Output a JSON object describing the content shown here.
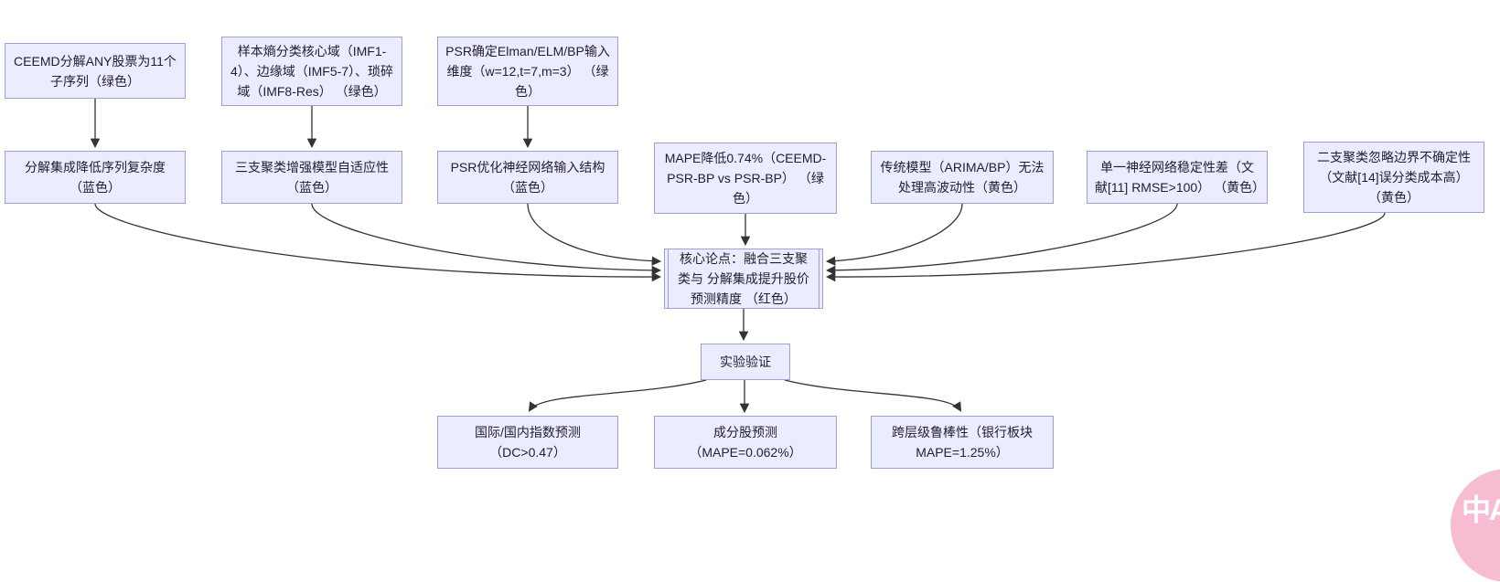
{
  "diagram": {
    "nodes": {
      "a1": {
        "label": "CEEMD分解ANY股票为11个 子序列（绿色）"
      },
      "a2": {
        "label": "样本熵分类核心域（IMF1-4）、边缘域（IMF5-7）、琐碎域（IMF8-Res） （绿色）"
      },
      "a3": {
        "label": "PSR确定Elman/ELM/BP输入 维度（w=12,t=7,m=3） （绿色）"
      },
      "b1": {
        "label": "分解集成降低序列复杂度 （蓝色）"
      },
      "b2": {
        "label": "三支聚类增强模型自适应性 （蓝色）"
      },
      "b3": {
        "label": "PSR优化神经网络输入结构 （蓝色）"
      },
      "b4": {
        "label": "MAPE降低0.74%（CEEMD-PSR-BP vs PSR-BP） （绿色）"
      },
      "b5": {
        "label": "传统模型（ARIMA/BP）无法 处理高波动性（黄色）"
      },
      "b6": {
        "label": "单一神经网络稳定性差（文献[11] RMSE>100） （黄色）"
      },
      "b7": {
        "label": "二支聚类忽略边界不确定性 （文献[14]误分类成本高） （黄色）"
      },
      "core": {
        "label": "核心论点：融合三支聚类与 分解集成提升股价预测精度 （红色）"
      },
      "verify": {
        "label": "实验验证"
      },
      "c1": {
        "label": "国际/国内指数预测 （DC>0.47）"
      },
      "c2": {
        "label": "成分股预测 （MAPE=0.062%）"
      },
      "c3": {
        "label": "跨层级鲁棒性（银行板块 MAPE=1.25%）"
      }
    },
    "edges": [
      {
        "from": "a1",
        "to": "b1"
      },
      {
        "from": "a2",
        "to": "b2"
      },
      {
        "from": "a3",
        "to": "b3"
      },
      {
        "from": "b1",
        "to": "core"
      },
      {
        "from": "b2",
        "to": "core"
      },
      {
        "from": "b3",
        "to": "core"
      },
      {
        "from": "b4",
        "to": "core"
      },
      {
        "from": "b5",
        "to": "core"
      },
      {
        "from": "b6",
        "to": "core"
      },
      {
        "from": "b7",
        "to": "core"
      },
      {
        "from": "core",
        "to": "verify"
      },
      {
        "from": "verify",
        "to": "c1"
      },
      {
        "from": "verify",
        "to": "c2"
      },
      {
        "from": "verify",
        "to": "c3"
      }
    ]
  },
  "translate_button": {
    "label": "中A"
  },
  "colors": {
    "node_fill": "#ececff",
    "node_border": "#9f9fd8",
    "edge": "#333333",
    "text": "#1f1f2e",
    "translate_button_bg": "#f6bcd1",
    "translate_button_fg": "#ffffff"
  }
}
